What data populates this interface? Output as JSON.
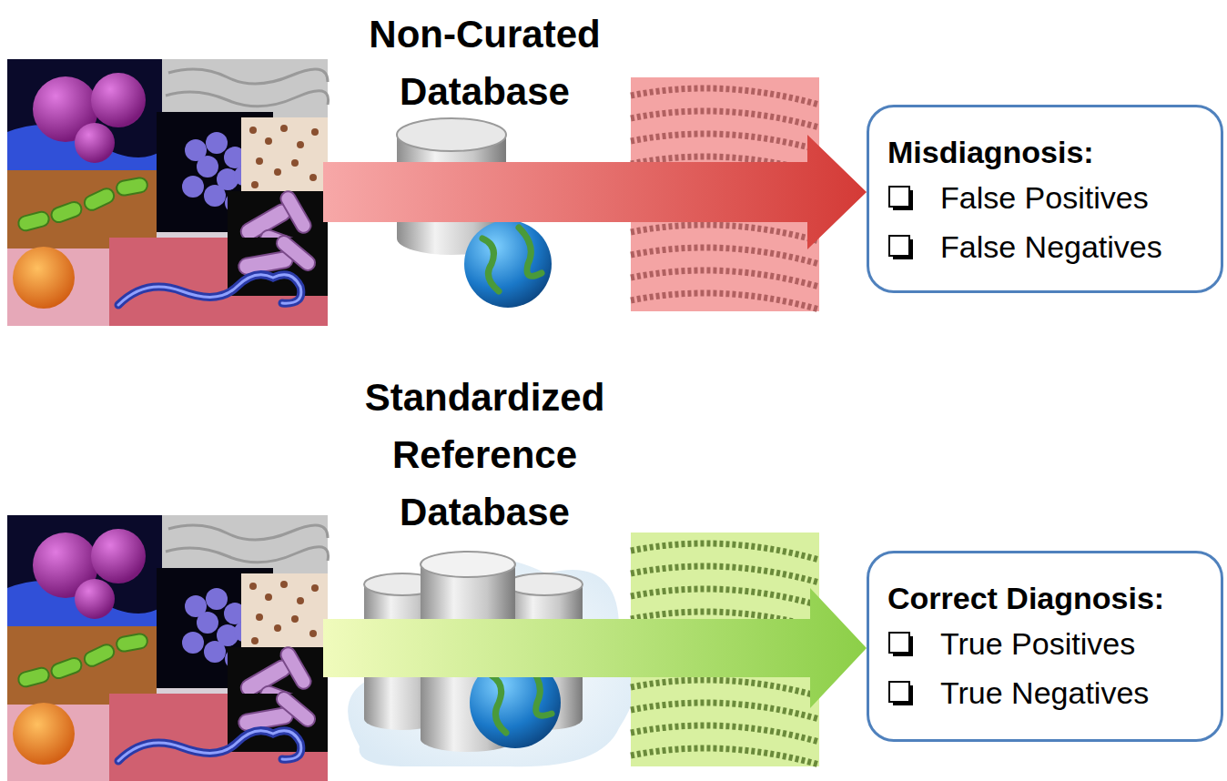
{
  "diagram": {
    "nodes": [
      {
        "text": [
          "Non-Curated Database"
        ]
      },
      {
        "text": [
          "Misdiagnosis:",
          "False Positives",
          "False Negatives"
        ]
      },
      {
        "text": [
          "Standardized Reference Database"
        ]
      },
      {
        "text": [
          "Correct Diagnosis:",
          "True Positives",
          "True Negatives"
        ]
      }
    ],
    "edges": [
      {
        "from": 0,
        "to": 1,
        "arrow": "to"
      },
      {
        "from": 2,
        "to": 3,
        "arrow": "to"
      }
    ]
  }
}
